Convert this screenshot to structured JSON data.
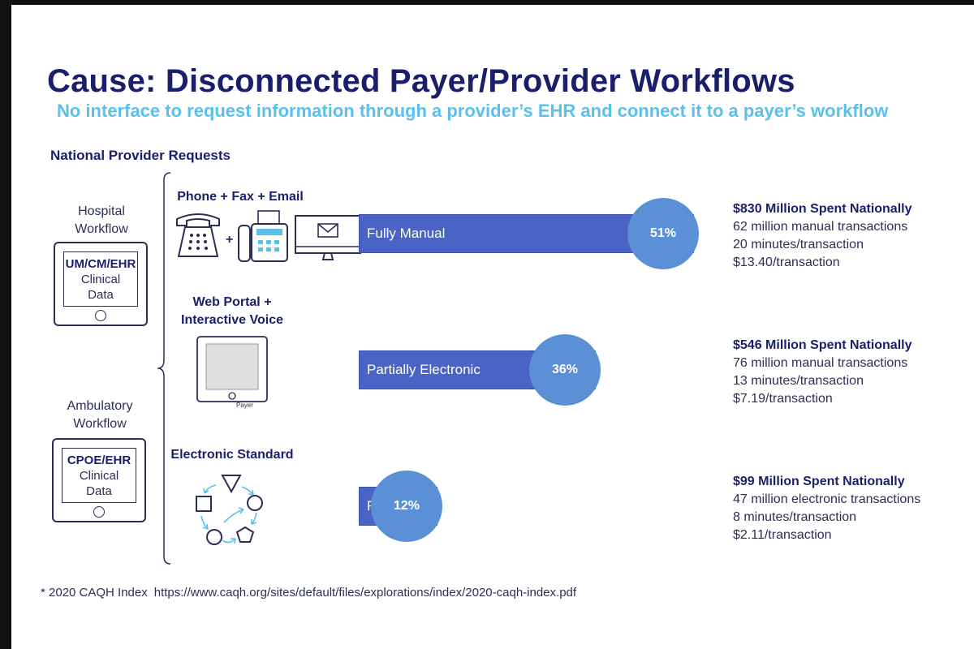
{
  "slide": {
    "title": "Cause: Disconnected Payer/Provider Workflows",
    "subtitle": "No interface to request information through a provider’s EHR and connect it to a payer’s workflow",
    "section_heading": "National Provider Requests"
  },
  "workflows": [
    {
      "label_line1": "Hospital",
      "label_line2": "Workflow",
      "screen_line1": "UM/CM/EHR",
      "screen_line2": "Clinical",
      "screen_line3": "Data"
    },
    {
      "label_line1": "Ambulatory",
      "label_line2": "Workflow",
      "screen_line1": "CPOE/EHR",
      "screen_line2": "Clinical",
      "screen_line3": "Data"
    }
  ],
  "channels": [
    {
      "line1": "Phone + Fax + Email",
      "line2": "",
      "icons": [
        "phone-icon",
        "fax-icon",
        "email-icon"
      ]
    },
    {
      "line1": "Web Portal +",
      "line2": "Interactive Voice",
      "icons": [
        "payer-portal-icon"
      ],
      "portal_caption": "Payer"
    },
    {
      "line1": "Electronic Standard",
      "line2": "",
      "icons": [
        "data-exchange-cycle-icon"
      ]
    }
  ],
  "colors": {
    "title": "#1a1f6b",
    "subtitle": "#5bc0eb",
    "bar": "#4a63c6",
    "bubble": "#5b8fd6",
    "icon_accent": "#5bc0eb"
  },
  "chart_data": {
    "type": "bar",
    "orientation": "horizontal",
    "categories": [
      "Fully Manual",
      "Partially Electronic",
      "Fully Electronic"
    ],
    "values": [
      51,
      36,
      12
    ],
    "value_labels": [
      "51%",
      "36%",
      "12%"
    ],
    "unit": "%",
    "xlim": [
      0,
      100
    ]
  },
  "stats": [
    {
      "headline": "$830 Million Spent Nationally",
      "line1": "62 million manual transactions",
      "line2": "20 minutes/transaction",
      "line3": "$13.40/transaction"
    },
    {
      "headline": "$546 Million Spent Nationally",
      "line1": "76 million manual transactions",
      "line2": "13 minutes/transaction",
      "line3": "$7.19/transaction"
    },
    {
      "headline": "$99 Million Spent Nationally",
      "line1": "47 million electronic transactions",
      "line2": "8 minutes/transaction",
      "line3": "$2.11/transaction"
    }
  ],
  "footnote": {
    "source": "* 2020 CAQH Index",
    "url": "https://www.caqh.org/sites/default/files/explorations/index/2020-caqh-index.pdf"
  }
}
